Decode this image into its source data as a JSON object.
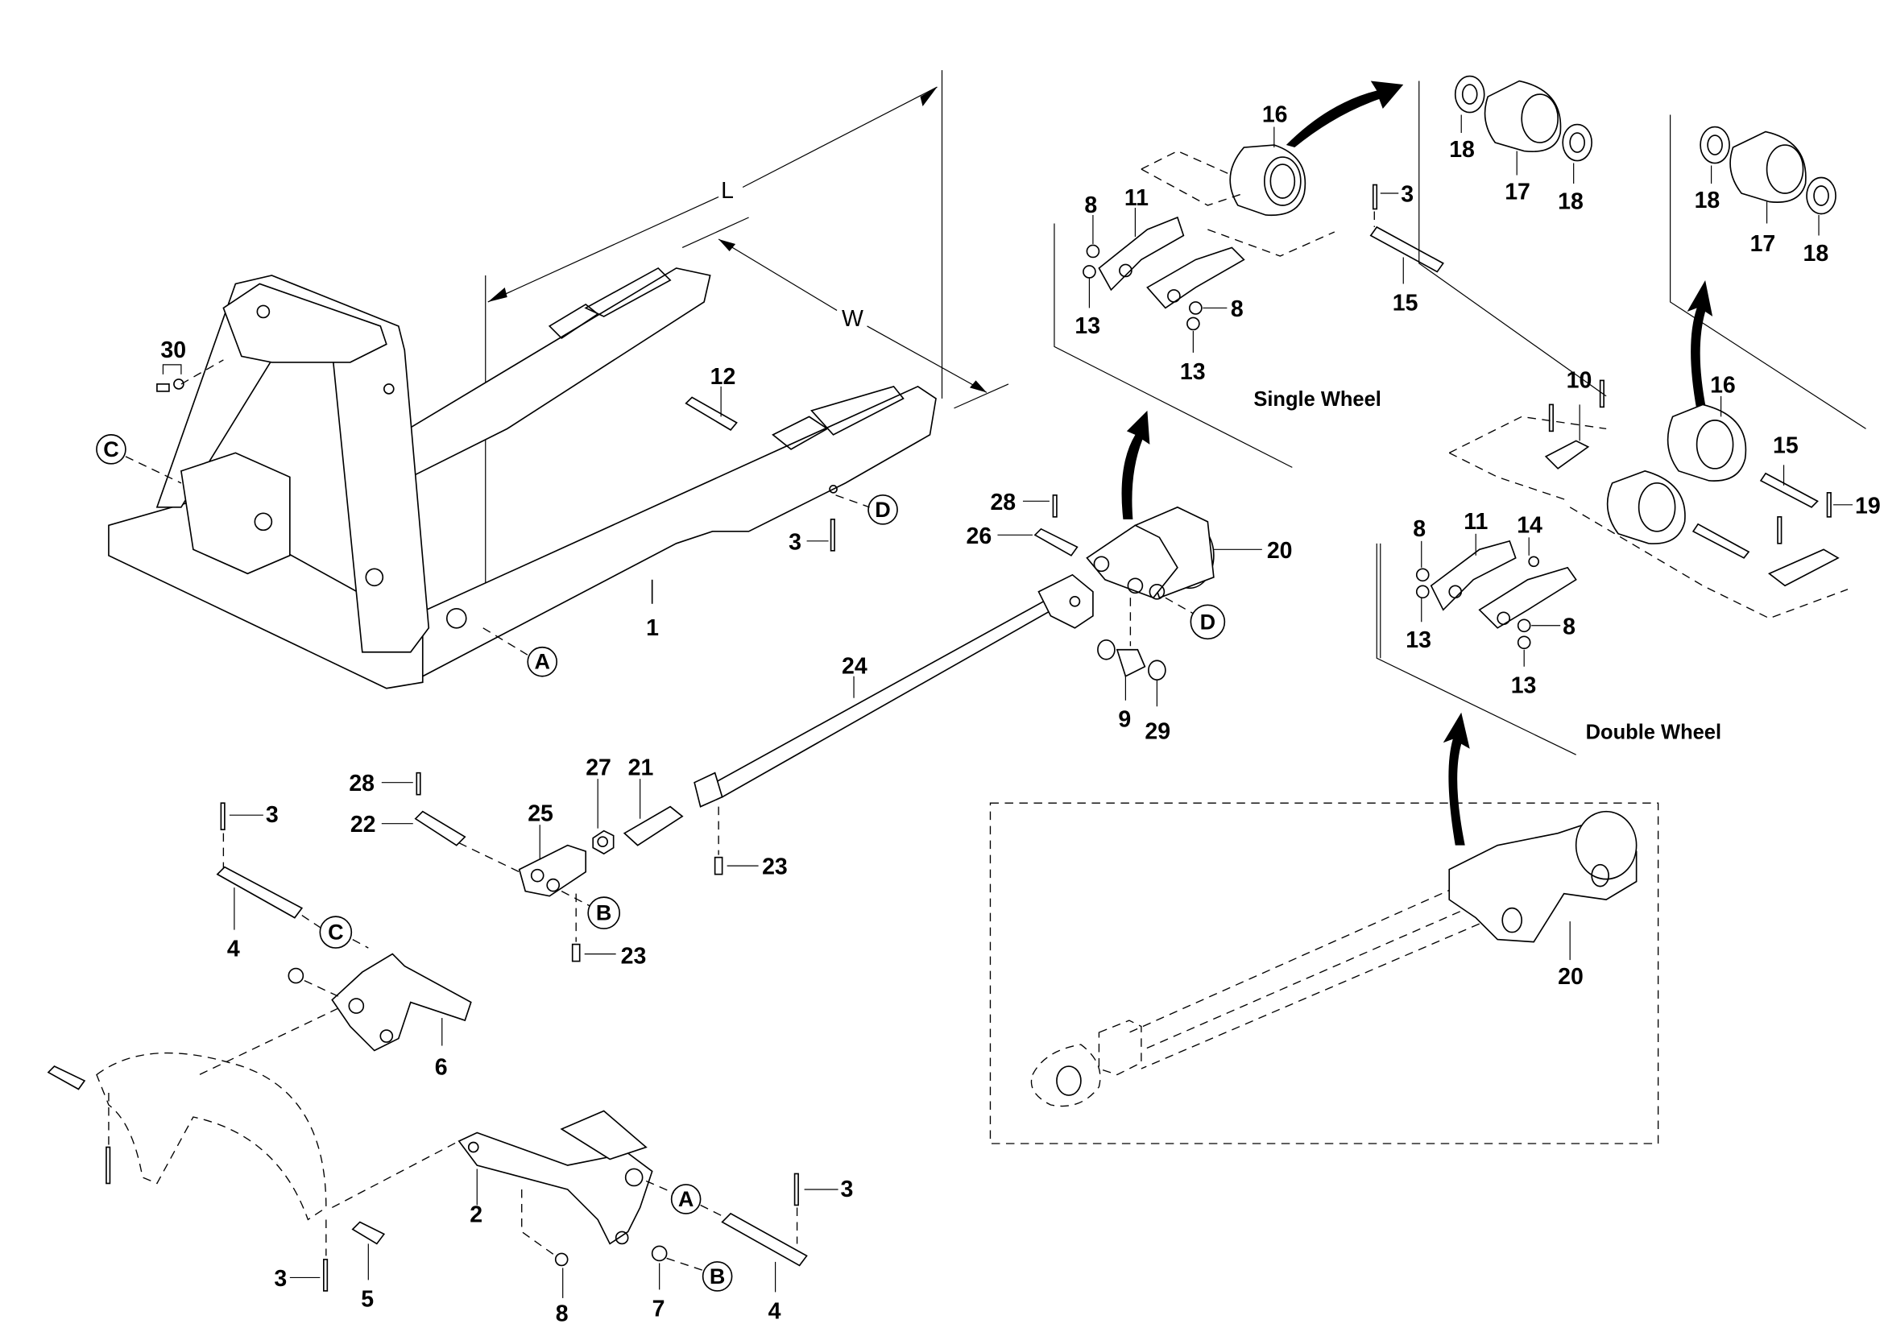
{
  "diagram": {
    "title": "Pallet truck frame and wheel assembly exploded view",
    "dimensions": {
      "length_label": "L",
      "width_label": "W"
    },
    "captions": {
      "single_wheel": "Single Wheel",
      "double_wheel": "Double Wheel"
    },
    "reference_markers": [
      "A",
      "B",
      "C",
      "D"
    ],
    "part_labels": {
      "frame": "1",
      "linkage_arm": "2",
      "roll_pin": "3",
      "pivot_pin": "4",
      "short_pin": "5",
      "rocker_lever": "6",
      "bushing_7": "7",
      "bushing_8": "8",
      "spacer_tube": "9",
      "side_plate": "10",
      "wheel_bracket": "11",
      "fork_pin": "12",
      "bushing_13": "13",
      "spacer_14": "14",
      "axle": "15",
      "load_wheel": "16",
      "wheel_body": "17",
      "bearing": "18",
      "roll_pin_19": "19",
      "wheel_assembly": "20",
      "adjust_screw": "21",
      "clevis_pin": "22",
      "set_screw": "23",
      "push_rod": "24",
      "clevis": "25",
      "bracket_pin": "26",
      "lock_nut": "27",
      "roll_pin_28": "28",
      "bushing_29": "29",
      "bolt_washer": "30"
    }
  }
}
